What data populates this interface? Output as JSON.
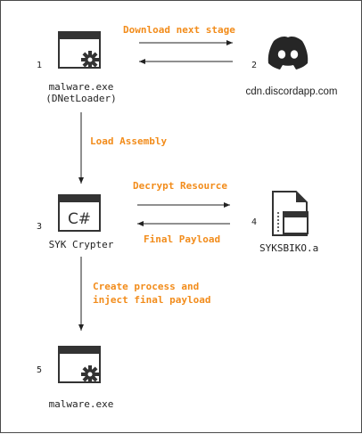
{
  "nodes": {
    "malware_top": {
      "number": "1",
      "label_line1": "malware.exe",
      "label_line2": "(DNetLoader)"
    },
    "discord": {
      "number": "2",
      "label": "cdn.discordapp.com"
    },
    "crypter": {
      "number": "3",
      "label": "SYK Crypter",
      "icon_text": "C#"
    },
    "resource": {
      "number": "4",
      "label": "SYKSBIKO.a"
    },
    "malware_bottom": {
      "number": "5",
      "label": "malware.exe"
    }
  },
  "edges": {
    "download": "Download next stage",
    "load_assembly": "Load Assembly",
    "decrypt": "Decrypt Resource",
    "final_payload": "Final Payload",
    "create_line1": "Create process and",
    "create_line2": "inject final payload"
  },
  "colors": {
    "accent": "#f28c1b",
    "discord": "#262626",
    "ink": "#222222"
  },
  "icons": [
    "application-window-gear-icon",
    "discord-logo-icon",
    "csharp-window-icon",
    "document-file-icon"
  ]
}
